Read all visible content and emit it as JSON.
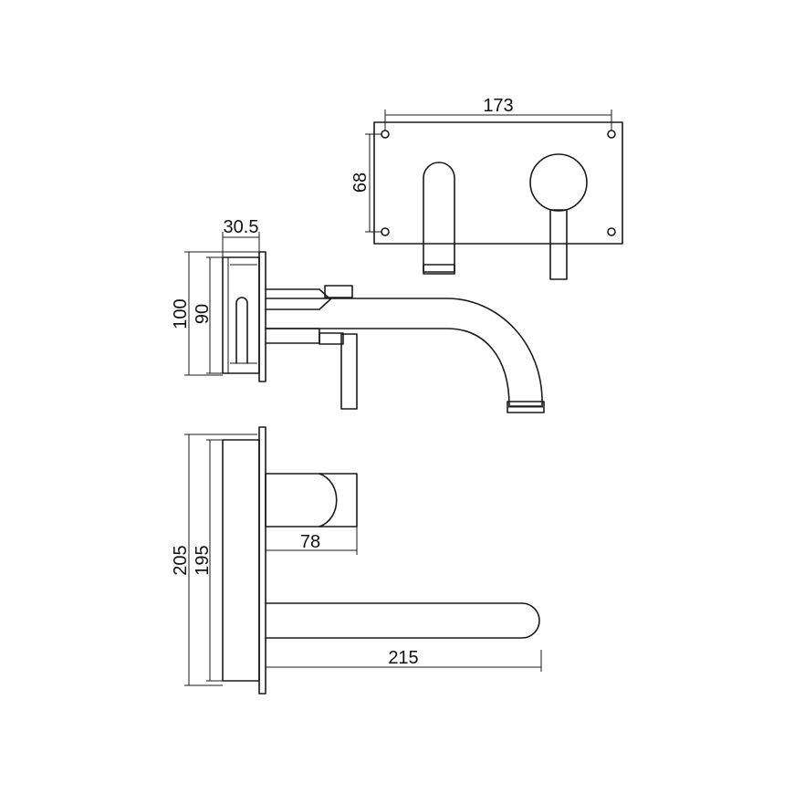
{
  "dimensions": {
    "front_width": "173",
    "front_height": "68",
    "side_depth": "30.5",
    "side_outer_height": "100",
    "side_inner_height": "90",
    "top_outer_width": "205",
    "top_inner_width": "195",
    "top_handle_projection": "78",
    "top_spout_projection": "215"
  }
}
